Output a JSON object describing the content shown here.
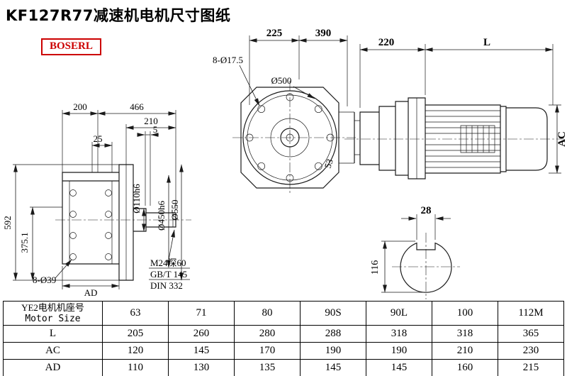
{
  "title": "KF127R77减速机电机尺寸图纸",
  "brand": "BOSERL",
  "front_view": {
    "dim_a": "225",
    "dim_b": "390",
    "bolt_note": "8-Ø17.5",
    "dia_flange": "Ø500",
    "dim_depth": "53"
  },
  "motor_view": {
    "dim_adapter": "220",
    "dim_length": "L",
    "dim_ac": "AC"
  },
  "side_view": {
    "dim_200": "200",
    "dim_466": "466",
    "dim_210": "210",
    "dim_5": "5",
    "dim_25": "25",
    "dim_592": "592",
    "dim_375": "375.1",
    "bolt_note": "8-Ø39",
    "dim_ad": "AD",
    "dia_shaft": "Ø110h6",
    "dia_spigot": "Ø450h6",
    "dia_flange": "Ø550",
    "note_line1": "M24深60",
    "note_line2": "GB/T 145",
    "note_line3": "DIN 332"
  },
  "shaft_section": {
    "dim_width": "28",
    "dim_height": "116"
  },
  "table": {
    "header_cn": "YE2电机机座号",
    "header_en": "Motor Size",
    "columns": [
      "63",
      "71",
      "80",
      "90S",
      "90L",
      "100",
      "112M"
    ],
    "rows": [
      {
        "label": "L",
        "values": [
          "205",
          "260",
          "280",
          "288",
          "318",
          "318",
          "365"
        ]
      },
      {
        "label": "AC",
        "values": [
          "120",
          "145",
          "170",
          "190",
          "190",
          "210",
          "230"
        ]
      },
      {
        "label": "AD",
        "values": [
          "110",
          "130",
          "135",
          "145",
          "145",
          "160",
          "215"
        ]
      }
    ]
  }
}
